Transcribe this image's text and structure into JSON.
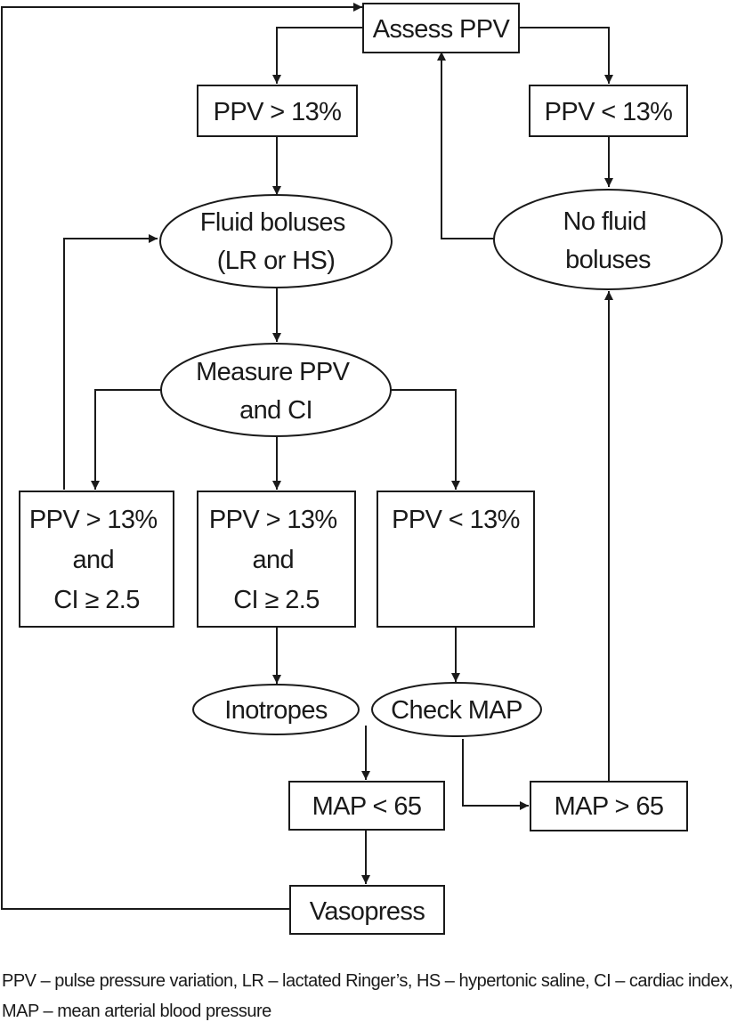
{
  "nodes": {
    "assess_ppv": {
      "lines": [
        "Assess PPV"
      ]
    },
    "ppv_gt_13_top": {
      "lines": [
        "PPV > 13%"
      ]
    },
    "ppv_lt_13_top": {
      "lines": [
        "PPV < 13%"
      ]
    },
    "fluid_boluses": {
      "lines": [
        "Fluid boluses",
        "(LR or HS)"
      ]
    },
    "no_fluid_boluses": {
      "lines": [
        "No fluid",
        "boluses"
      ]
    },
    "measure_ppv_ci": {
      "lines": [
        "Measure PPV",
        "and CI"
      ]
    },
    "ppv_gt_13_ci_left": {
      "lines": [
        "PPV > 13%",
        "and",
        "CI ≥ 2.5"
      ]
    },
    "ppv_gt_13_ci_mid": {
      "lines": [
        "PPV > 13%",
        "and",
        "CI ≥ 2.5"
      ]
    },
    "ppv_lt_13_bottom": {
      "lines": [
        "PPV < 13%"
      ]
    },
    "inotropes": {
      "lines": [
        "Inotropes"
      ]
    },
    "check_map": {
      "lines": [
        "Check MAP"
      ]
    },
    "map_lt_65": {
      "lines": [
        "MAP < 65"
      ]
    },
    "map_gt_65": {
      "lines": [
        "MAP > 65"
      ]
    },
    "vasopress": {
      "lines": [
        "Vasopress"
      ]
    }
  },
  "caption": "PPV – pulse pressure variation, LR – lactated Ringer’s, HS – hypertonic saline, CI – cardiac index, MAP – mean arterial blood pressure"
}
